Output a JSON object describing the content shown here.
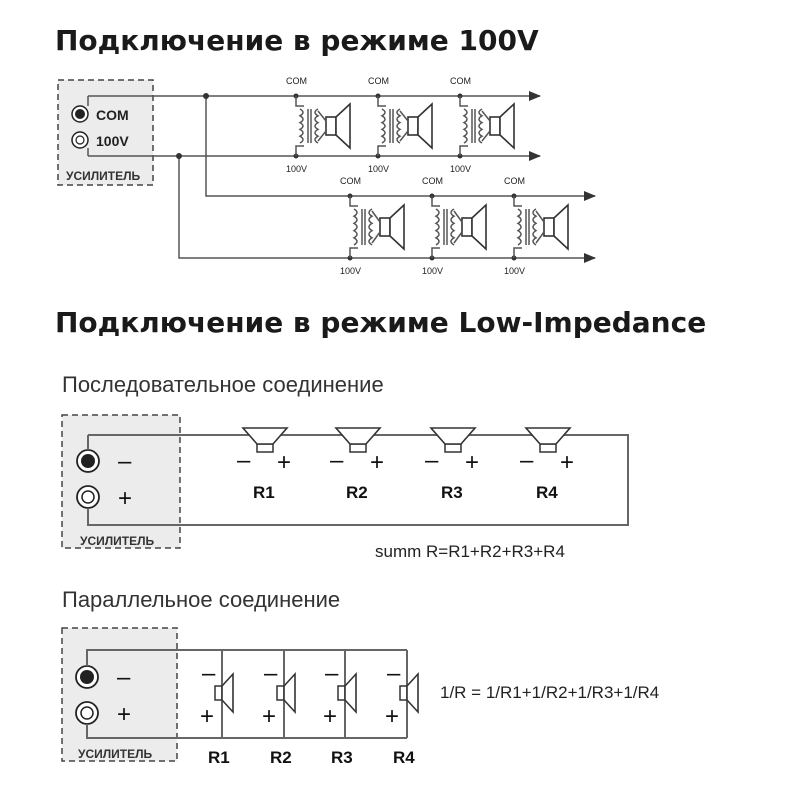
{
  "section_100v": {
    "title": "Подключение в режиме 100V",
    "amp_label": "УСИЛИТЕЛЬ",
    "terminal_com": "COM",
    "terminal_100v": "100V",
    "spk_top": "COM",
    "spk_bottom": "100V"
  },
  "section_low": {
    "title": "Подключение в режиме Low-Impedance",
    "series": {
      "subtitle": "Последовательное соединение",
      "amp_label": "УСИЛИТЕЛЬ",
      "minus": "–",
      "plus": "+",
      "labels": [
        "R1",
        "R2",
        "R3",
        "R4"
      ],
      "formula": "summ R=R1+R2+R3+R4"
    },
    "parallel": {
      "subtitle": "Параллельное соединение",
      "amp_label": "УСИЛИТЕЛЬ",
      "minus": "–",
      "plus": "+",
      "labels": [
        "R1",
        "R2",
        "R3",
        "R4"
      ],
      "formula": "1/R = 1/R1+1/R2+1/R3+1/R4"
    }
  },
  "colors": {
    "wire": "#555555",
    "amp_box": "#ececec",
    "text": "#1a1a1a"
  }
}
